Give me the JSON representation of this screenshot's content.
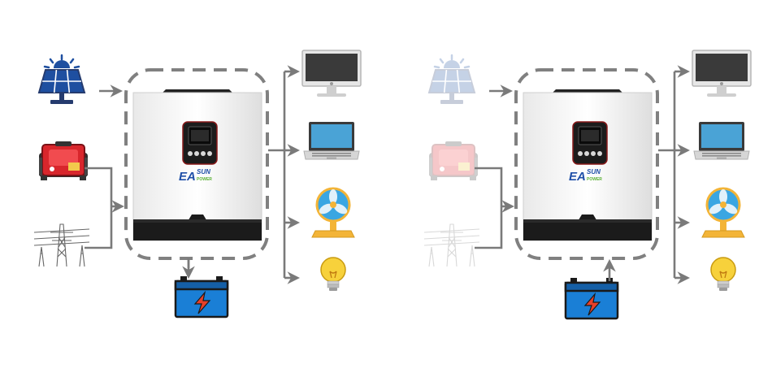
{
  "brand": {
    "text_ea": "EA",
    "text_sun": "SUN",
    "text_power": "POWER",
    "color_blue": "#1f4fa8",
    "color_green": "#5bb033"
  },
  "colors": {
    "arrow": "#7a7a7a",
    "dashed_border": "#808080",
    "battery_body": "#1a7fd6",
    "bolt": "#e8402a",
    "solar_panel": "#1e4fa0",
    "generator": "#d8262c",
    "fan_blade": "#3aa6e2",
    "fan_base": "#f3b437"
  },
  "panels": [
    {
      "id": "left",
      "label": "battery-charging",
      "sources_faded": false,
      "battery_flow": "down"
    },
    {
      "id": "right",
      "label": "battery-discharging",
      "sources_faded": true,
      "battery_flow": "up"
    }
  ],
  "icons": {
    "sources": [
      "solar-panel-icon",
      "generator-icon",
      "power-pylon-icon"
    ],
    "loads": [
      "monitor-icon",
      "laptop-icon",
      "fan-icon",
      "light-bulb-icon"
    ],
    "storage": "battery-icon",
    "device": "inverter-device"
  }
}
